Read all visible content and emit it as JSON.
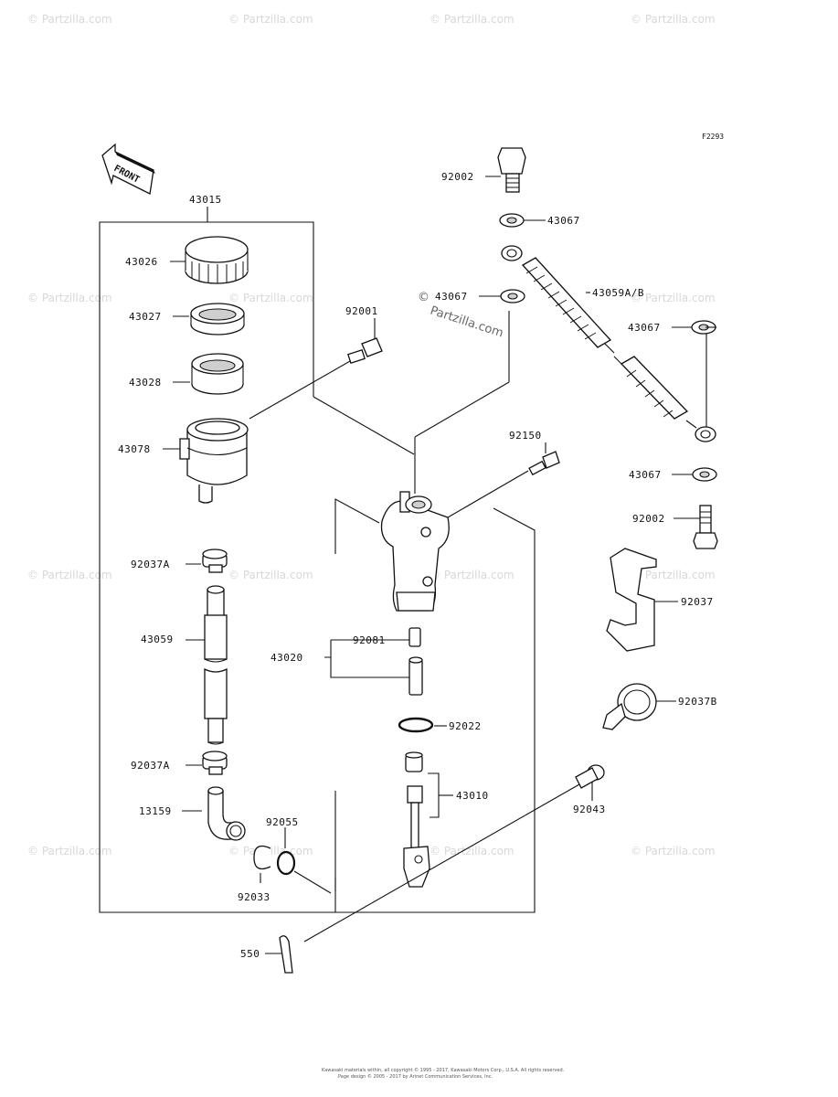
{
  "diagram": {
    "figure_code": "F2293",
    "front_label": "FRONT",
    "watermark": "© Partzilla.com",
    "center_watermark_symbol": "©",
    "center_watermark": "Partzilla.com",
    "copyright_line1": "Kawasaki materials within, all copyright © 1995 - 2017, Kawasaki Motors Corp., U.S.A. All rights reserved.",
    "copyright_line2": "Page design © 2005 - 2017 by Arinet Communication Services, Inc.",
    "labels": {
      "p43015": "43015",
      "p43026": "43026",
      "p43027": "43027",
      "p43028": "43028",
      "p43078": "43078",
      "p92037a_1": "92037A",
      "p43059": "43059",
      "p92037a_2": "92037A",
      "p13159": "13159",
      "p92033": "92033",
      "p92055": "92055",
      "p92001": "92001",
      "p43020": "43020",
      "p92081": "92081",
      "p92022": "92022",
      "p43010": "43010",
      "p550": "550",
      "p92002_top": "92002",
      "p43067_1": "43067",
      "p43067_2": "43067",
      "p43059ab": "43059A/B",
      "p43067_3": "43067",
      "p92150": "92150",
      "p43067_4": "43067",
      "p92002_bot": "92002",
      "p92037": "92037",
      "p92037b": "92037B",
      "p92043": "92043"
    }
  }
}
